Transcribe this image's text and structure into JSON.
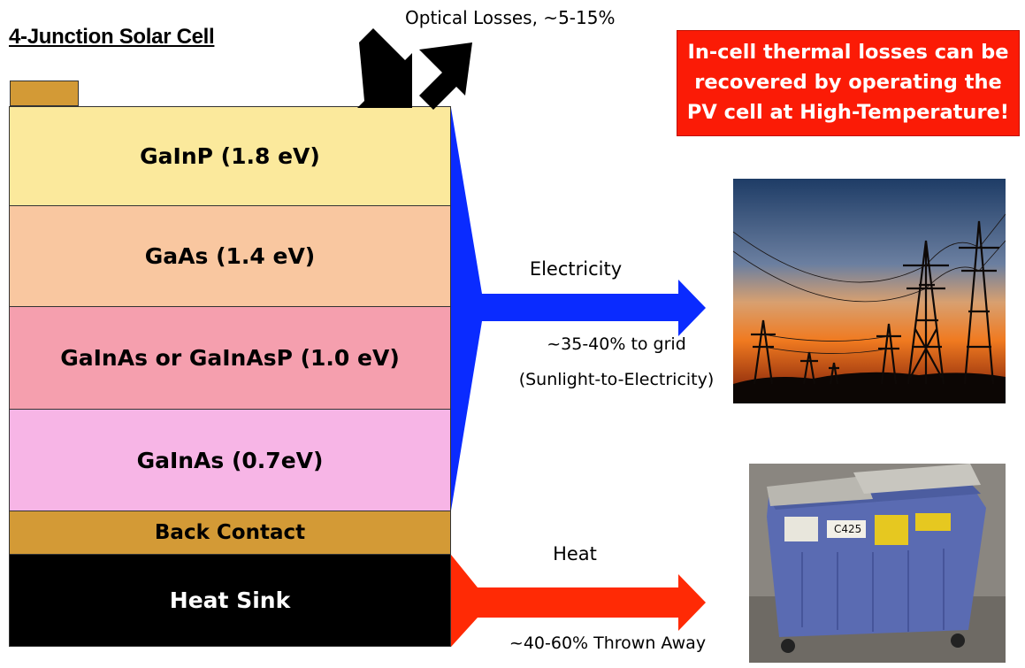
{
  "title": "4-Junction Solar Cell",
  "optical_losses": "Optical Losses, ~5-15%",
  "callout": {
    "line1": "In-cell thermal losses can be",
    "line2": "recovered by operating the",
    "line3": "PV cell at High-Temperature!"
  },
  "layers": [
    {
      "label": "GaInP (1.8 eV)"
    },
    {
      "label": "GaAs (1.4 eV)"
    },
    {
      "label": "GaInAs or GaInAsP (1.0 eV)"
    },
    {
      "label": "GaInAs (0.7eV)"
    },
    {
      "label": "Back Contact"
    },
    {
      "label": "Heat Sink"
    }
  ],
  "electricity": {
    "label": "Electricity",
    "pct": "~35-40% to grid",
    "note": "(Sunlight-to-Electricity)"
  },
  "heat": {
    "label": "Heat",
    "pct": "~40-60% Thrown Away"
  },
  "dumpster": {
    "tag": "C425"
  },
  "colors": {
    "electricity_arrow": "#0a2bff",
    "heat_arrow": "#ff2a05",
    "callout_bg": "#fb1b06"
  }
}
